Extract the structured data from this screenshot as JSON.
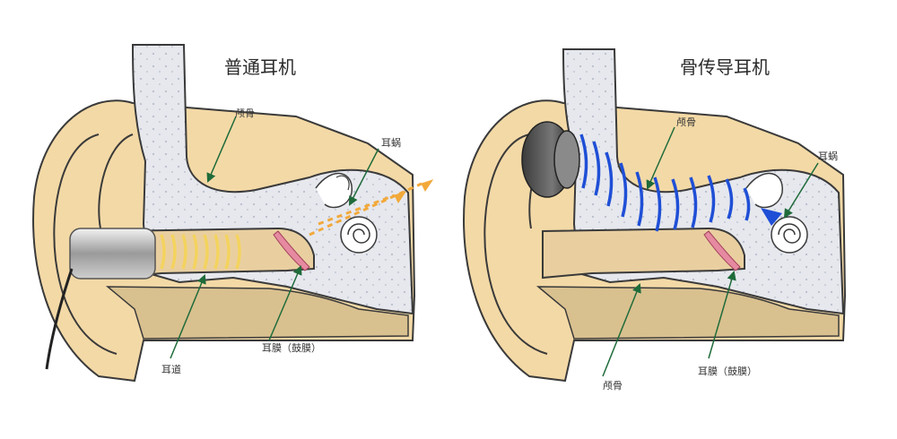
{
  "left_panel": {
    "title": "普通耳机",
    "labels": {
      "bone": "颅骨",
      "cochlea": "耳蜗",
      "ear_canal": "耳道",
      "eardrum": "耳膜（鼓膜）"
    }
  },
  "right_panel": {
    "title": "骨传导耳机",
    "labels": {
      "bone_top": "颅骨",
      "cochlea": "耳蜗",
      "eardrum": "耳膜（鼓膜）",
      "bone_bottom": "颅骨"
    }
  },
  "colors": {
    "skin": "#f3d9a6",
    "skin_outline": "#3a3a3a",
    "bone": "#dfe3ea",
    "canal": "#e9cfa0",
    "sound_wave_yellow": "#f4d35e",
    "sound_arrow_orange": "#f2a93b",
    "bone_wave_blue": "#1f4fd6",
    "pointer_green": "#1f6b3a",
    "eardrum_pink": "#e58aa0"
  }
}
